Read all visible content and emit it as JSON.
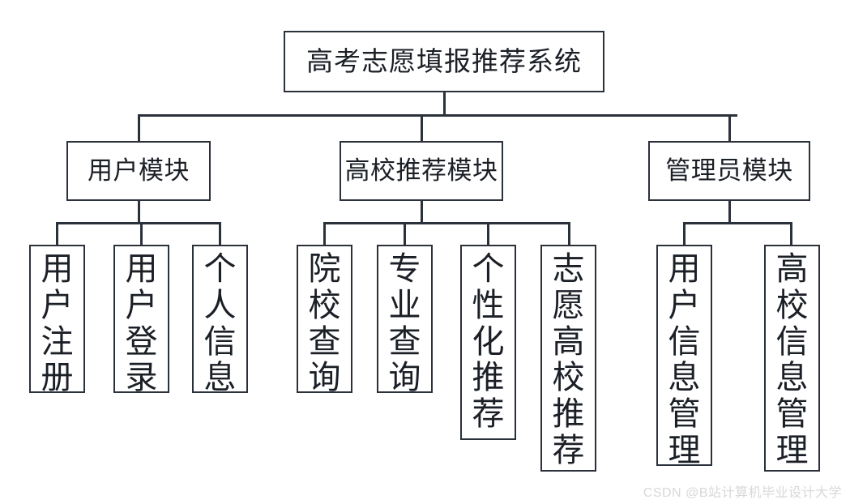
{
  "diagram": {
    "title": "高考志愿填报推荐系统",
    "type": "system-function-tree",
    "colors": {
      "stroke": "#2b313b",
      "fill": "#ffffff",
      "text": "#1b1f26",
      "watermark": "#d8d8d8"
    },
    "root": {
      "label": "高考志愿填报推荐系统"
    },
    "modules": [
      {
        "label": "用户模块",
        "leaves": [
          {
            "label": "用户注册",
            "vertical": "用\n户\n注\n册"
          },
          {
            "label": "用户登录",
            "vertical": "用\n户\n登\n录"
          },
          {
            "label": "个人信息",
            "vertical": "个\n人\n信\n息"
          }
        ]
      },
      {
        "label": "高校推荐模块",
        "leaves": [
          {
            "label": "院校查询",
            "vertical": "院\n校\n查\n询"
          },
          {
            "label": "专业查询",
            "vertical": "专\n业\n查\n询"
          },
          {
            "label": "个性化推荐",
            "vertical": "个\n性\n化\n推\n荐"
          },
          {
            "label": "志愿高校推荐",
            "vertical": "志\n愿\n高\n校\n推\n荐"
          }
        ]
      },
      {
        "label": "管理员模块",
        "leaves": [
          {
            "label": "用户信息管理",
            "vertical": "用\n户\n信\n息\n管\n理"
          },
          {
            "label": "高校信息管理",
            "vertical": "高\n校\n信\n息\n管\n理"
          }
        ]
      }
    ]
  },
  "watermark": {
    "text": "CSDN @B站计算机毕业设计大学"
  }
}
